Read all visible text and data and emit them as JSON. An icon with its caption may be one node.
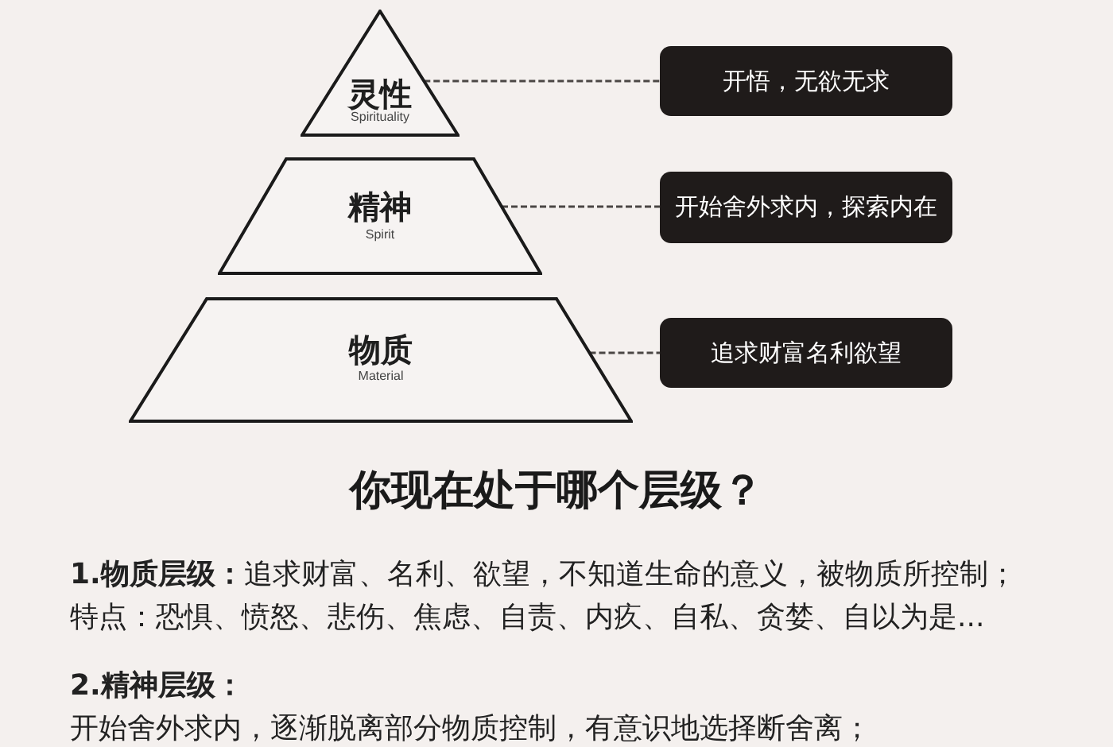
{
  "diagram": {
    "title": "你现在处于哪个层级？",
    "nodes": [
      {
        "text": [
          "灵性",
          "Spirituality"
        ]
      },
      {
        "text": [
          "精神",
          "Spirit"
        ]
      },
      {
        "text": [
          "物质",
          "Material"
        ]
      },
      {
        "text": [
          "开悟，无欲无求"
        ]
      },
      {
        "text": [
          "开始舍外求内，探索内在"
        ]
      },
      {
        "text": [
          "追求财富名利欲望"
        ]
      }
    ],
    "edges": [
      {
        "from": 0,
        "to": 3,
        "arrow": "none",
        "style": "dashed"
      },
      {
        "from": 1,
        "to": 4,
        "arrow": "none",
        "style": "dashed"
      },
      {
        "from": 2,
        "to": 5,
        "arrow": "none",
        "style": "dashed"
      }
    ],
    "labels": [
      "**1.物质层级：**追求财富、名利、欲望，不知道生命的意义，被物质所控制；",
      "特点：恐惧、愤怒、悲伤、焦虑、自责、内疚、自私、贪婪、自以为是...",
      "2.精神层级：",
      "开始舍外求内，逐渐脱离部分物质控制，有意识地选择断舍离；"
    ]
  }
}
